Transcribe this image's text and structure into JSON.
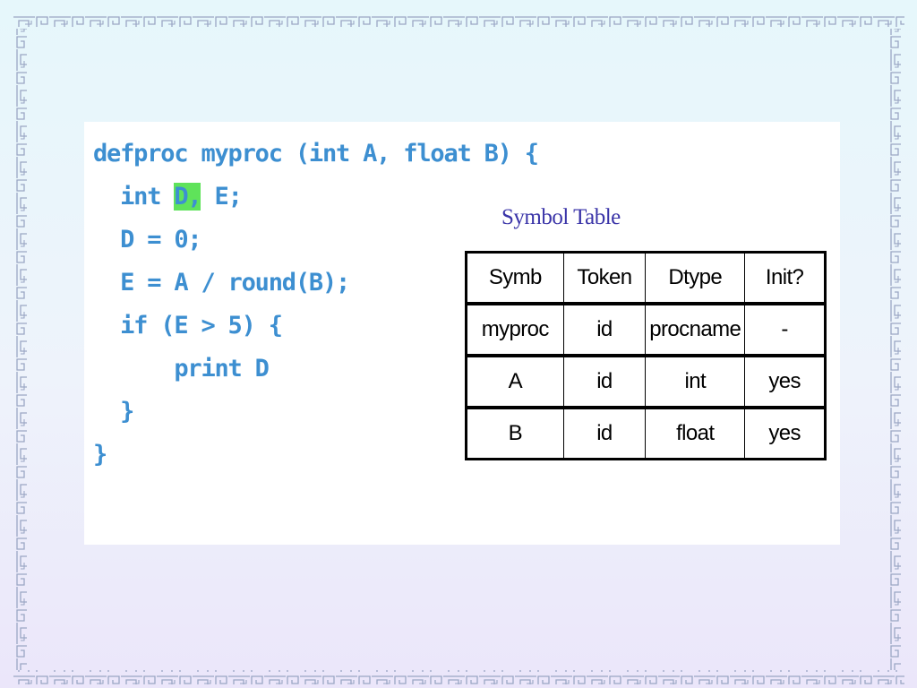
{
  "slide": {
    "code_lines": [
      [
        {
          "text": "defproc myproc (int A, float B) {"
        }
      ],
      [
        {
          "text": "  int "
        },
        {
          "text": "D,",
          "highlight": true
        },
        {
          "text": " E;"
        }
      ],
      [
        {
          "text": "  D = 0;"
        }
      ],
      [
        {
          "text": "  E = A / round(B);"
        }
      ],
      [
        {
          "text": "  if (E > 5) {"
        }
      ],
      [
        {
          "text": "      print D"
        }
      ],
      [
        {
          "text": "  }"
        }
      ],
      [
        {
          "text": "}"
        }
      ]
    ],
    "highlight_color": "#5fe35a",
    "code_color": "#3d8fd1",
    "table_title": "Symbol Table",
    "table_title_color": "#3a34a8",
    "table": {
      "headers": [
        "Symb",
        "Token",
        "Dtype",
        "Init?"
      ],
      "rows": [
        [
          "myproc",
          "id",
          "procname",
          "-"
        ],
        [
          "A",
          "id",
          "int",
          "yes"
        ],
        [
          "B",
          "id",
          "float",
          "yes"
        ]
      ]
    }
  }
}
